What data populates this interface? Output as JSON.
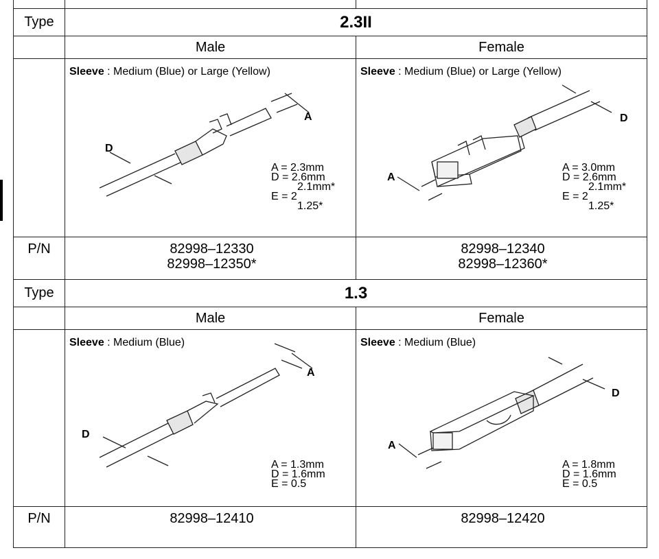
{
  "section1": {
    "type_label": "Type",
    "type_value": "2.3II",
    "male_label": "Male",
    "female_label": "Female",
    "male": {
      "sleeve_label": "Sleeve",
      "sleeve_text": " : Medium (Blue) or Large (Yellow)",
      "dims": [
        "A = 2.3mm",
        "D = 2.6mm",
        "2.1mm*",
        "E = 2",
        "1.25*"
      ],
      "letter_a": "A",
      "letter_d": "D"
    },
    "female": {
      "sleeve_label": "Sleeve",
      "sleeve_text": " : Medium (Blue) or Large (Yellow)",
      "dims": [
        "A = 3.0mm",
        "D = 2.6mm",
        "2.1mm*",
        "E = 2",
        "1.25*"
      ],
      "letter_a": "A",
      "letter_d": "D"
    },
    "pn_label": "P/N",
    "male_pn": [
      "82998–12330",
      "82998–12350*"
    ],
    "female_pn": [
      "82998–12340",
      "82998–12360*"
    ]
  },
  "section2": {
    "type_label": "Type",
    "type_value": "1.3",
    "male_label": "Male",
    "female_label": "Female",
    "male": {
      "sleeve_label": "Sleeve",
      "sleeve_text": " : Medium (Blue)",
      "dims": [
        "A = 1.3mm",
        "D = 1.6mm",
        "E = 0.5"
      ],
      "letter_a": "A",
      "letter_d": "D"
    },
    "female": {
      "sleeve_label": "Sleeve",
      "sleeve_text": " : Medium (Blue)",
      "dims": [
        "A = 1.8mm",
        "D = 1.6mm",
        "E = 0.5"
      ],
      "letter_a": "A",
      "letter_d": "D"
    },
    "pn_label": "P/N",
    "male_pn": [
      "82998–12410"
    ],
    "female_pn": [
      "82998–12420"
    ]
  }
}
